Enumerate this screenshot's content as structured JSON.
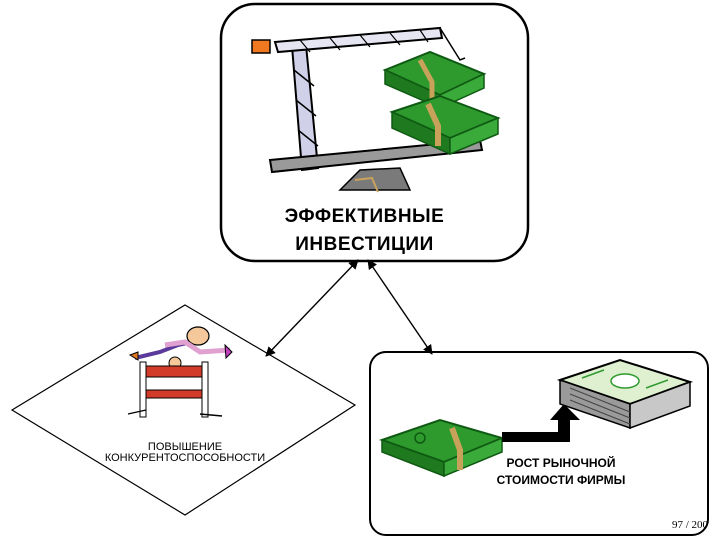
{
  "nodes": {
    "top": {
      "line1": "ЭФФЕКТИВНЫЕ",
      "line2": "ИНВЕСТИЦИИ"
    },
    "left": {
      "line1": "ПОВЫШЕНИЕ",
      "line2": "КОНКУРЕНТОСПОСОБНОСТИ"
    },
    "right": {
      "line1": "РОСТ РЫНОЧНОЙ",
      "line2": "СТОИМОСТИ ФИРМЫ"
    }
  },
  "page_number": "97 / 200",
  "icons": [
    "crane-icon",
    "money-stack-icon",
    "hurdler-icon",
    "hurdle-icon",
    "cash-bundle-icon",
    "banknote-stack-icon",
    "growth-arrow-icon"
  ],
  "colors": {
    "money": "#2e9a2e",
    "money_dark": "#0f5a12",
    "band": "#c8a25a",
    "crane": "#7a7ab0",
    "hurdle": "#d23a2a",
    "crane_block": "#f07820"
  }
}
